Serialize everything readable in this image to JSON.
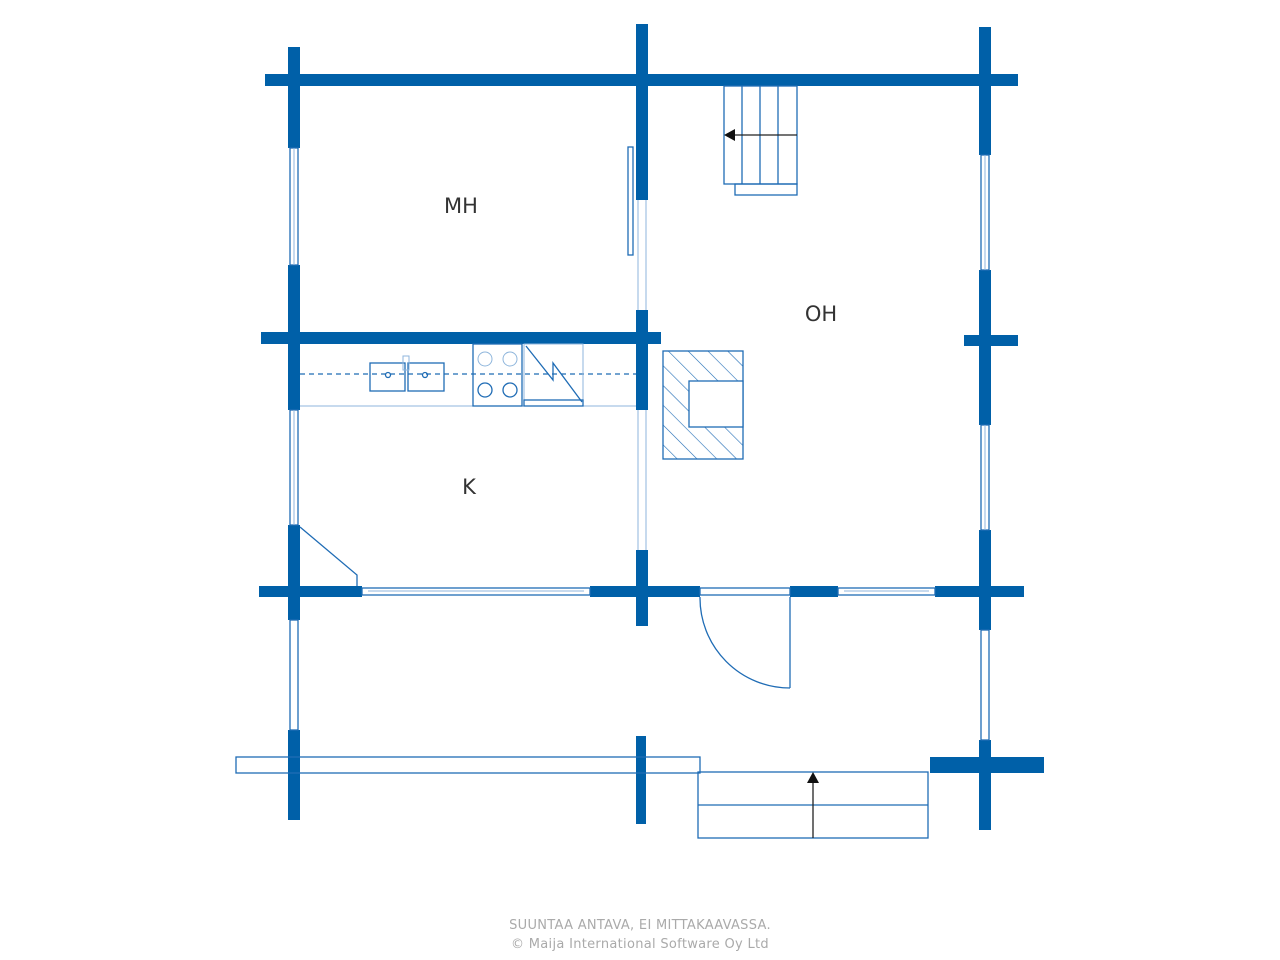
{
  "rooms": {
    "mh": "MH",
    "oh": "OH",
    "k": "K"
  },
  "footer": {
    "line1": "SUUNTAA ANTAVA, EI MITTAKAAVASSA.",
    "line2": "© Maija International Software Oy Ltd"
  },
  "colors": {
    "wall": "#0060a8",
    "line": "#1f6cb5"
  }
}
